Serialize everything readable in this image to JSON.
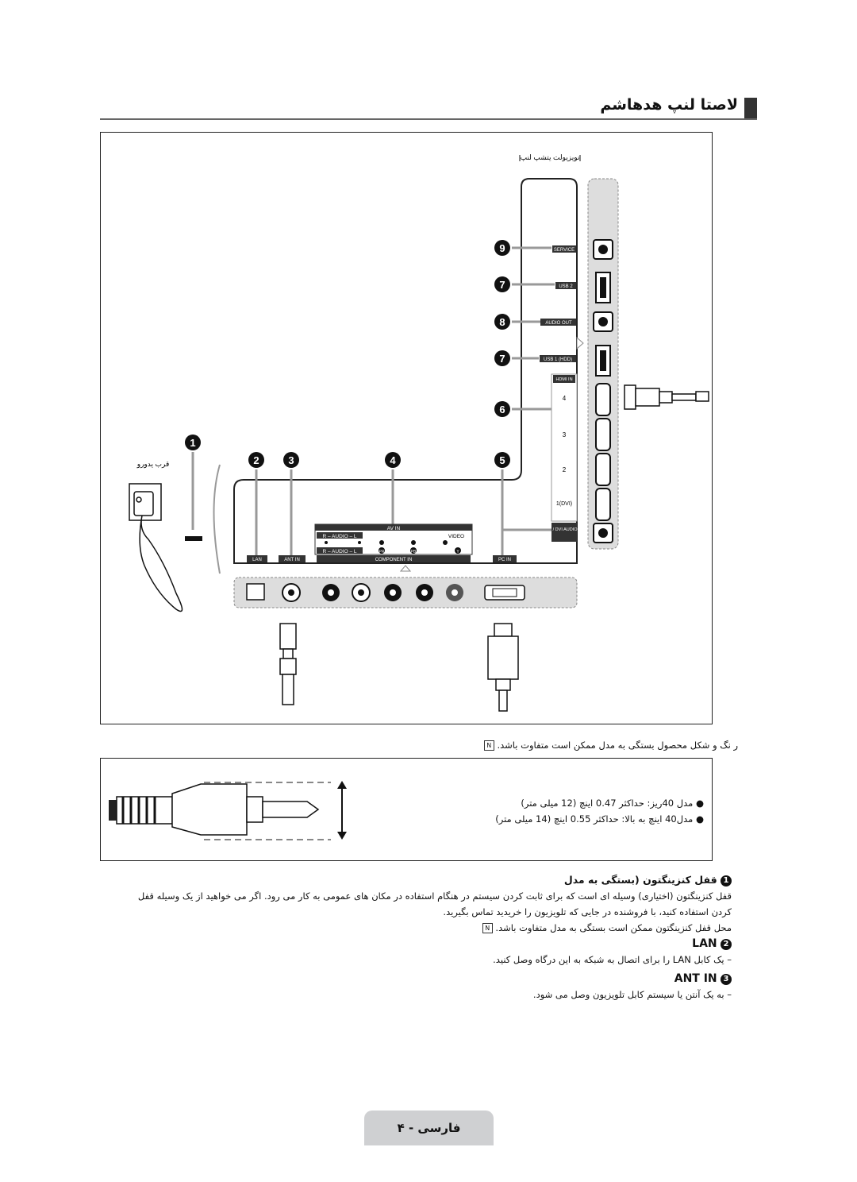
{
  "section": {
    "title": "لاصتا لنپ هدهاشم"
  },
  "diagram": {
    "rear_panel_label": "نویزیولت یتشپ لنپ",
    "power_input_label": "قرب یدورو",
    "callouts": [
      "9",
      "7",
      "8",
      "7",
      "6",
      "1",
      "2",
      "3",
      "4",
      "5"
    ],
    "side_ports": [
      "SERVICE",
      "USB 2",
      "AUDIO OUT",
      "USB 1 (HDD)"
    ],
    "hdmi_header": "HDMI IN",
    "hdmi_ports": [
      "4",
      "3",
      "2",
      "1(DVI)"
    ],
    "pc_dvi_label": "PC / DVI AUDIO IN",
    "bottom_ports": [
      "LAN",
      "ANT IN",
      "COMPONENT IN",
      "PC IN"
    ],
    "av_in_label": "AV IN",
    "audio_label": "R – AUDIO – L",
    "video_label": "VIDEO",
    "component_labels": [
      "PR",
      "PB",
      "Y"
    ]
  },
  "note_shape": "ر نگ و شکل محصول بستگی به مدل ممکن است متفاوت باشد.",
  "cable_specs": [
    "مدل 40ریز: حداکثر 0.47 اینچ (12 میلی متر)",
    "مدل40 اینچ به بالا: حداکثر 0.55 اینچ (14 میلی متر)"
  ],
  "items": [
    {
      "num": "1",
      "title": "قفل کنزینگتون (بستگی به مدل",
      "body": "قفل کنزینگتون (اختیاری) وسیله ای است که برای ثابت کردن سیستم در هنگام استفاده در مکان های عمومی به کار می رود. اگر می خواهید از یک وسیله قفل کردن استفاده کنید، با فروشنده در جایی که تلویزیون را خریدید تماس بگیرید.",
      "note": "محل قفل کنزینگتون ممکن است بستگی به مدل متفاوت باشد."
    },
    {
      "num": "2",
      "title": "LAN",
      "body": "– یک کابل LAN را برای اتصال به شبکه به این درگاه وصل کنید."
    },
    {
      "num": "3",
      "title": "ANT IN",
      "body": "– به یک آنتن یا سیستم کابل تلویزیون وصل می شود."
    }
  ],
  "footer": {
    "page": "فارسی - ۴"
  }
}
